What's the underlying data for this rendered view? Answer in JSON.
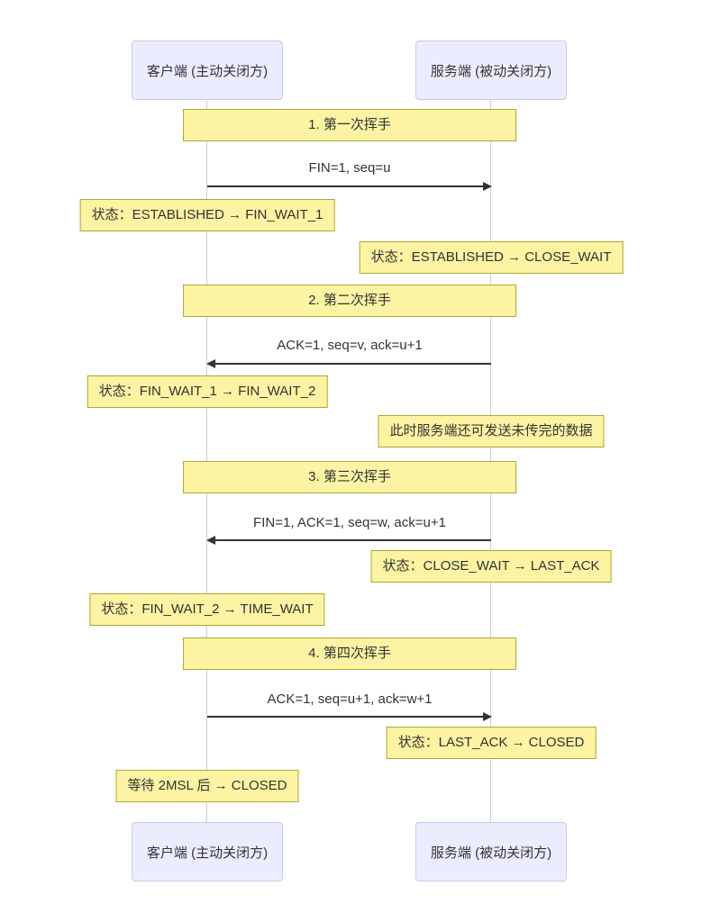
{
  "diagram": {
    "actors": {
      "client": "客户端 (主动关闭方)",
      "server": "服务端 (被动关闭方)"
    },
    "phases": [
      "1. 第一次挥手",
      "2. 第二次挥手",
      "3. 第三次挥手",
      "4. 第四次挥手"
    ],
    "messages": [
      {
        "label": "FIN=1, seq=u",
        "direction": "right",
        "from": "client",
        "to": "server"
      },
      {
        "label": "ACK=1, seq=v, ack=u+1",
        "direction": "left",
        "from": "server",
        "to": "client"
      },
      {
        "label": "FIN=1, ACK=1, seq=w, ack=u+1",
        "direction": "left",
        "from": "server",
        "to": "client"
      },
      {
        "label": "ACK=1, seq=u+1, ack=w+1",
        "direction": "right",
        "from": "client",
        "to": "server"
      }
    ],
    "notes": {
      "client": [
        "状态：ESTABLISHED → FIN_WAIT_1",
        "状态：FIN_WAIT_1 → FIN_WAIT_2",
        "状态：FIN_WAIT_2 → TIME_WAIT",
        "等待 2MSL 后 → CLOSED"
      ],
      "server": [
        "状态：ESTABLISHED → CLOSE_WAIT",
        "此时服务端还可发送未传完的数据",
        "状态：CLOSE_WAIT → LAST_ACK",
        "状态：LAST_ACK → CLOSED"
      ]
    }
  },
  "colors": {
    "actor_fill": "#ececff",
    "actor_border": "#c9c9e8",
    "note_fill": "#fcf3a3",
    "note_border": "#aaaa33",
    "lifeline": "#ccccdd",
    "arrow": "#333333"
  }
}
